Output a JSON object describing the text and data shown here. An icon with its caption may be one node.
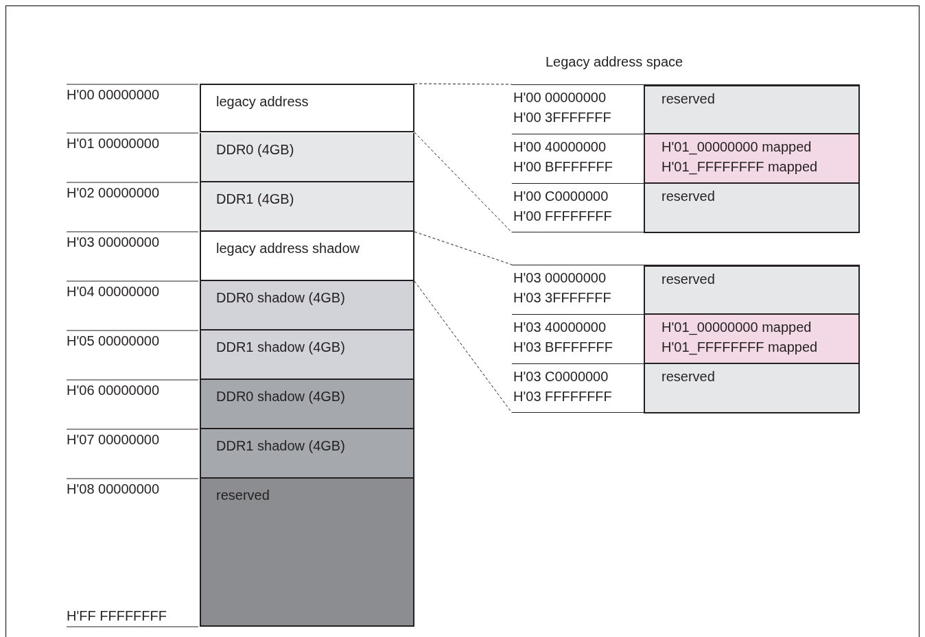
{
  "diagram": {
    "nodes": [
      {
        "text": [
          "legacy address"
        ],
        "beside": [
          "H'00 00000000"
        ]
      },
      {
        "text": [
          "DDR0 (4GB)"
        ],
        "beside": [
          "H'01 00000000"
        ]
      },
      {
        "text": [
          "DDR1 (4GB)"
        ],
        "beside": [
          "H'02 00000000"
        ]
      },
      {
        "text": [
          "legacy address shadow"
        ],
        "beside": [
          "H'03 00000000"
        ]
      },
      {
        "text": [
          "DDR0 shadow (4GB)"
        ],
        "beside": [
          "H'04 00000000"
        ]
      },
      {
        "text": [
          "DDR1 shadow (4GB)"
        ],
        "beside": [
          "H'05 00000000"
        ]
      },
      {
        "text": [
          "DDR0 shadow (4GB)"
        ],
        "beside": [
          "H'06 00000000"
        ]
      },
      {
        "text": [
          "DDR1 shadow (4GB)"
        ],
        "beside": [
          "H'07 00000000"
        ]
      },
      {
        "text": [
          "reserved"
        ],
        "beside": [
          "H'08 00000000",
          "H'FF FFFFFFFF"
        ]
      },
      {
        "text": [],
        "shape": "box"
      },
      {
        "text": [
          "H'00 00000000 H'00 3FFFFFFF"
        ],
        "in": 9
      },
      {
        "text": [
          "reserved"
        ],
        "in": 9
      },
      {
        "text": [
          "H'00 40000000 H'00 BFFFFFFF"
        ],
        "in": 9
      },
      {
        "text": [
          "H'01_00000000 mapped H'01_FFFFFFFF mapped"
        ],
        "in": 9
      },
      {
        "text": [
          "H'00 C0000000 H'00 FFFFFFFF"
        ],
        "in": 9
      },
      {
        "text": [
          "reserved"
        ],
        "in": 9
      },
      {
        "text": [],
        "shape": "box"
      },
      {
        "text": [
          "H'03 00000000 H'03 3FFFFFFF"
        ],
        "in": 16
      },
      {
        "text": [
          "reserved"
        ],
        "in": 16
      },
      {
        "text": [
          "H'03 40000000 H'03 BFFFFFFF"
        ],
        "in": 16
      },
      {
        "text": [
          "H'01_00000000 mapped H'01_FFFFFFFF mapped"
        ],
        "in": 16
      },
      {
        "text": [
          "H'03 C0000000 H'03 FFFFFFFF"
        ],
        "in": 16
      },
      {
        "text": [
          "reserved"
        ],
        "in": 16
      }
    ],
    "edges": [
      {
        "from": 0,
        "to": 9,
        "arrow": "none",
        "style": "dashed"
      },
      {
        "from": 0,
        "to": 9,
        "arrow": "none",
        "style": "dashed"
      },
      {
        "from": 3,
        "to": 16,
        "arrow": "none",
        "style": "dashed"
      },
      {
        "from": 3,
        "to": 16,
        "arrow": "none",
        "style": "dashed"
      }
    ],
    "labels": [
      "Legacy address space"
    ]
  }
}
